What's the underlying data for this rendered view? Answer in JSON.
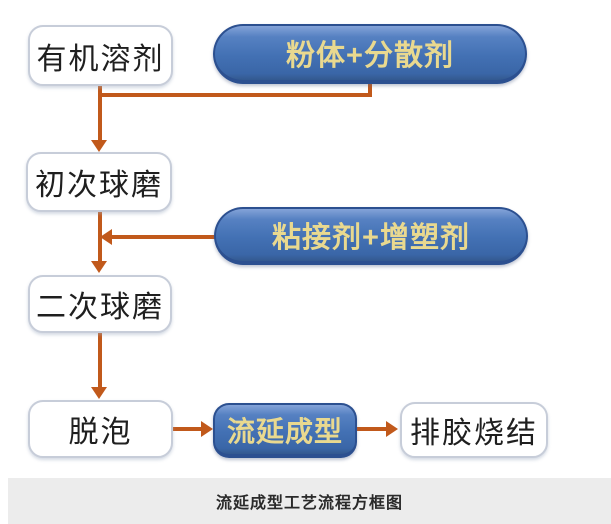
{
  "diagram": {
    "title": "流延成型工艺流程方框图",
    "caption": "流延成型工艺流程方框图",
    "nodes": {
      "organic_solvent": {
        "label": "有机溶剂",
        "style": "white-box"
      },
      "powder_dispersant": {
        "label": "粉体+分散剂",
        "style": "blue-pill"
      },
      "first_ball_milling": {
        "label": "初次球磨",
        "style": "white-box"
      },
      "binder_plasticizer": {
        "label": "粘接剂+增塑剂",
        "style": "blue-pill"
      },
      "second_ball_milling": {
        "label": "二次球磨",
        "style": "white-box"
      },
      "defoaming": {
        "label": "脱泡",
        "style": "white-box"
      },
      "tape_casting": {
        "label": "流延成型",
        "style": "blue-pill"
      },
      "binder_burnout_sintering": {
        "label": "排胶烧结",
        "style": "white-box"
      }
    },
    "edges": [
      {
        "from": "organic_solvent",
        "to": "first_ball_milling"
      },
      {
        "from": "powder_dispersant",
        "to": "first_ball_milling"
      },
      {
        "from": "first_ball_milling",
        "to": "second_ball_milling"
      },
      {
        "from": "binder_plasticizer",
        "to": "second_ball_milling"
      },
      {
        "from": "second_ball_milling",
        "to": "defoaming"
      },
      {
        "from": "defoaming",
        "to": "tape_casting"
      },
      {
        "from": "tape_casting",
        "to": "binder_burnout_sintering"
      }
    ],
    "colors": {
      "arrow": "#c1591b",
      "pill_fill": "#4371b4",
      "pill_border": "#2c5090",
      "pill_text": "#e9d98f",
      "box_border": "#c7cdd9",
      "box_text": "#1f1f1f",
      "caption_bg": "#ececec",
      "caption_text": "#2a2a2a",
      "background": "#ffffff"
    }
  }
}
